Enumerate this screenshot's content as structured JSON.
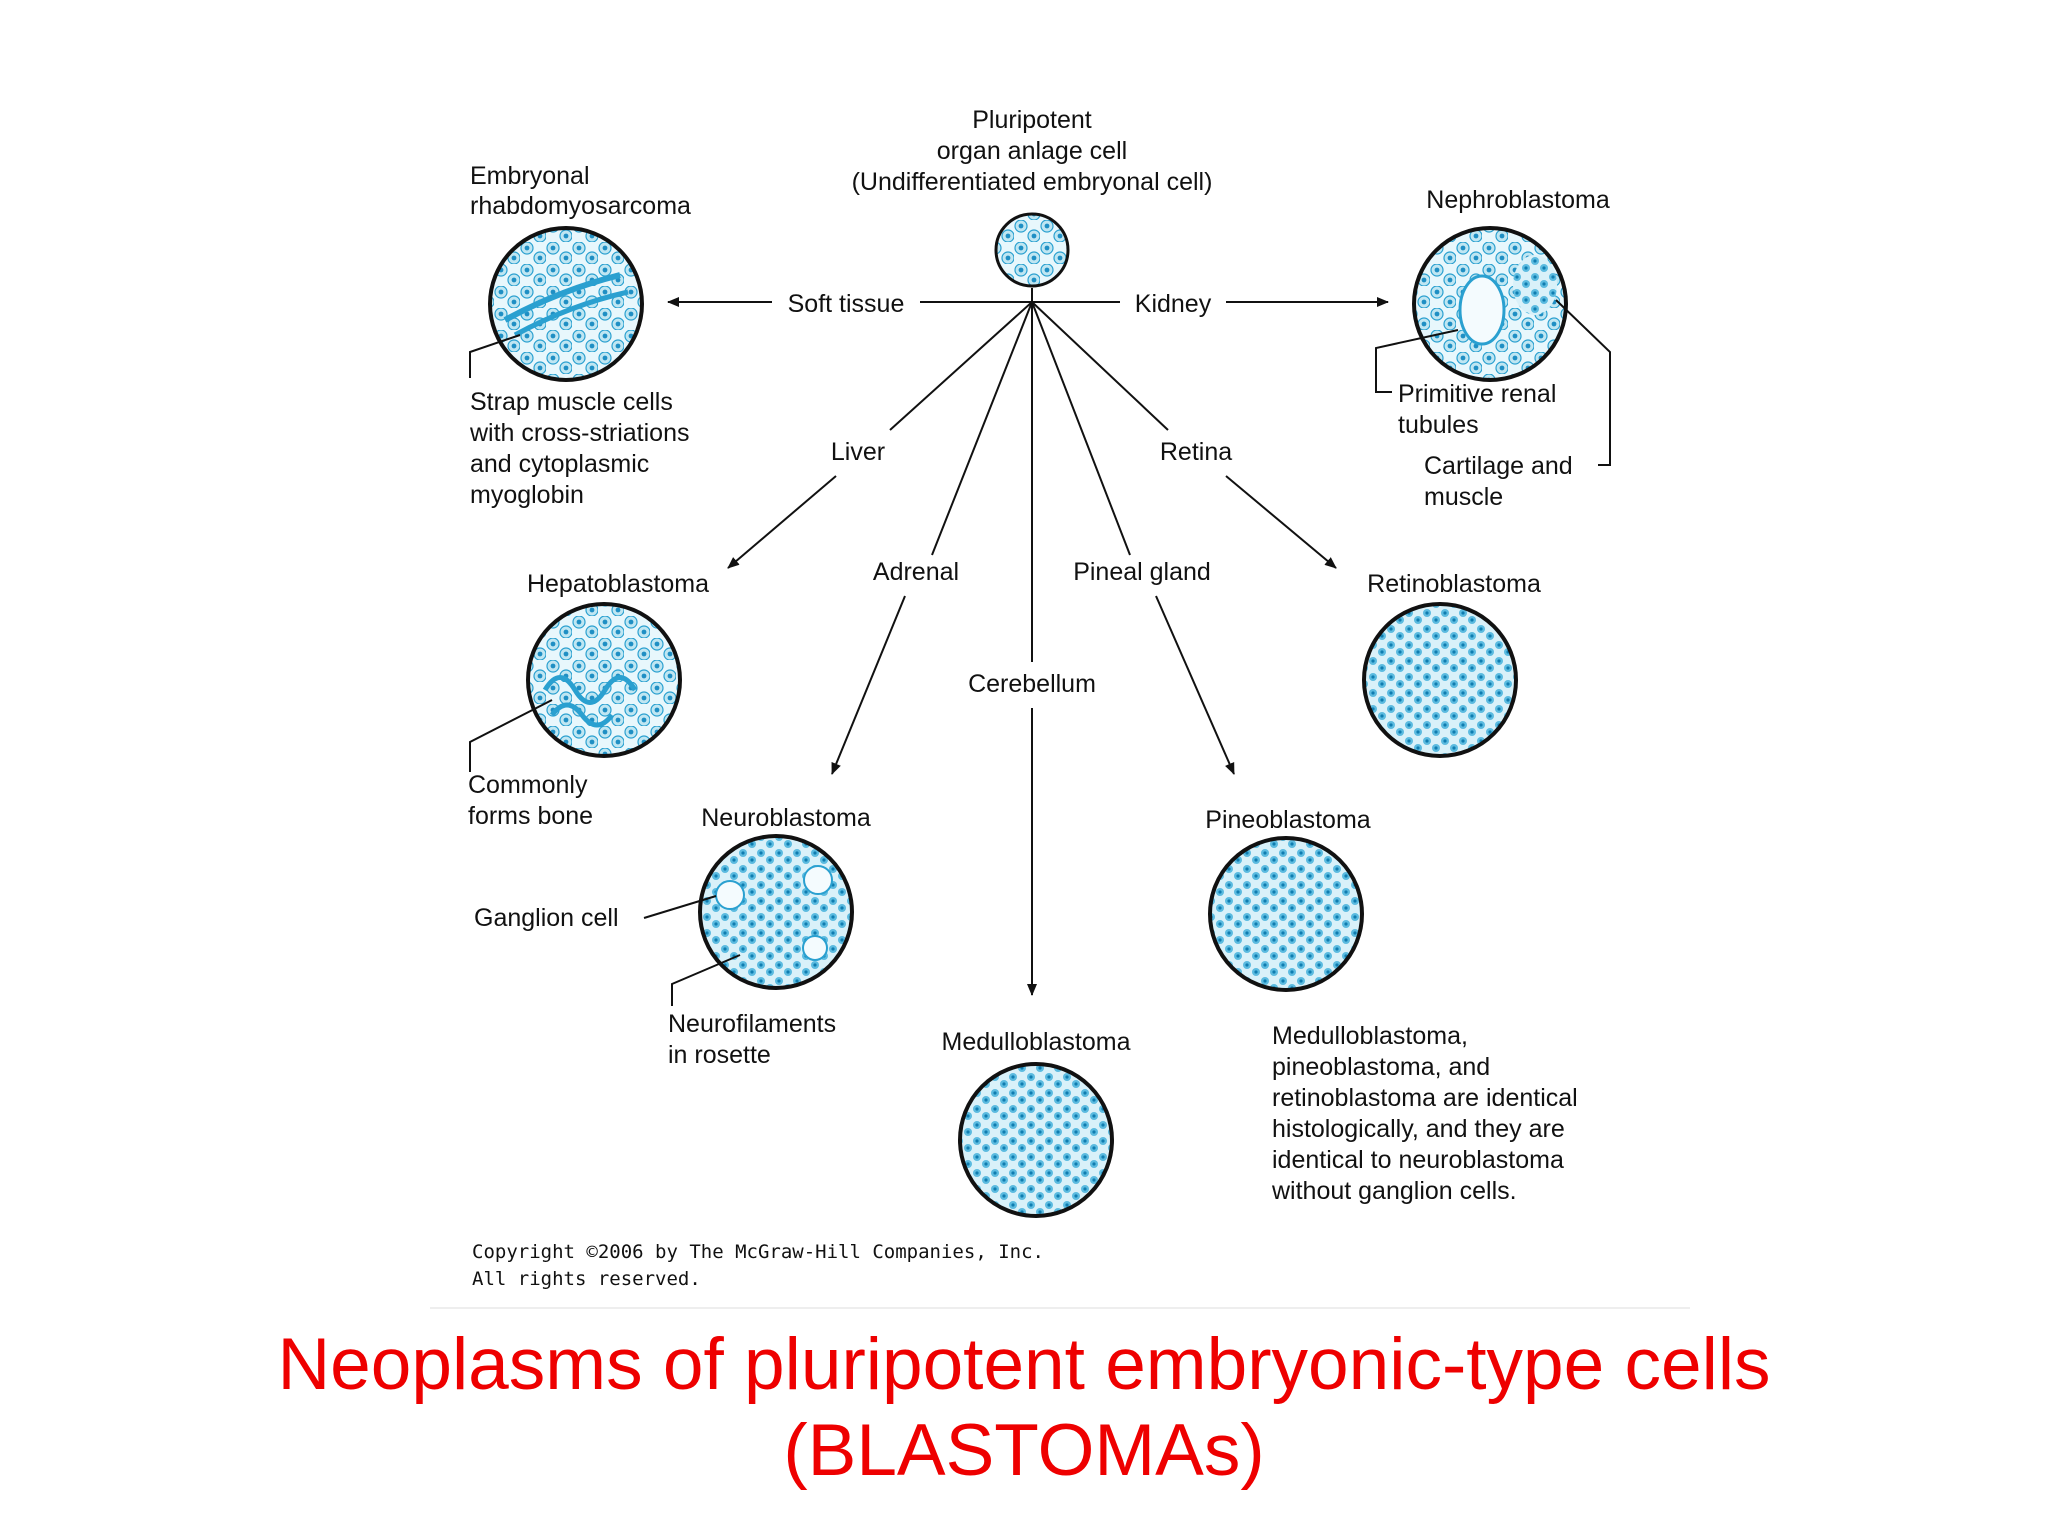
{
  "center": {
    "title_line1": "Pluripotent",
    "title_line2": "organ anlage cell",
    "title_line3": "(Undifferentiated embryonal cell)"
  },
  "branches": {
    "soft_tissue": "Soft tissue",
    "kidney": "Kidney",
    "liver": "Liver",
    "retina": "Retina",
    "adrenal": "Adrenal",
    "pineal": "Pineal gland",
    "cerebellum": "Cerebellum"
  },
  "tumors": {
    "rhabdo_line1": "Embryonal",
    "rhabdo_line2": "rhabdomyosarcoma",
    "nephro": "Nephroblastoma",
    "hepato": "Hepatoblastoma",
    "retino": "Retinoblastoma",
    "neuro": "Neuroblastoma",
    "pineo": "Pineoblastoma",
    "medullo": "Medulloblastoma"
  },
  "notes": {
    "rhabdo": [
      "Strap muscle cells",
      "with cross-striations",
      "and cytoplasmic",
      "myoglobin"
    ],
    "nephro_tubules": [
      "Primitive renal",
      "tubules"
    ],
    "nephro_cartilage": [
      "Cartilage and",
      "muscle"
    ],
    "hepato": [
      "Commonly",
      "forms bone"
    ],
    "neuro_ganglion": "Ganglion cell",
    "neuro_rosette": [
      "Neurofilaments",
      "in rosette"
    ],
    "identical": [
      "Medulloblastoma,",
      "pineoblastoma, and",
      "retinoblastoma are identical",
      "histologically, and they are",
      "identical to neuroblastoma",
      "without ganglion cells."
    ]
  },
  "copyright": [
    "Copyright ©2006 by The McGraw-Hill Companies, Inc.",
    "All rights reserved."
  ],
  "caption": {
    "line1": "Neoplasms of pluripotent embryonic-type cells",
    "line2": "(BLASTOMAs)"
  },
  "colors": {
    "cell_fill": "#bfe6f2",
    "cell_nucleus": "#2aa0d0",
    "caption": "#ee0000"
  }
}
